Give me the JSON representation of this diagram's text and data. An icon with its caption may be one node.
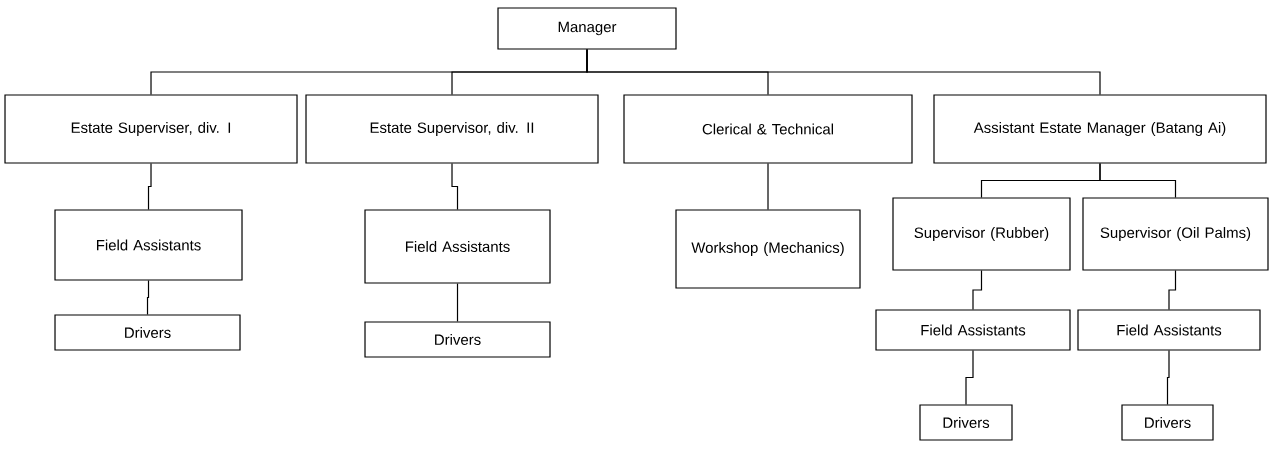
{
  "diagram": {
    "nodes": [
      {
        "text": [
          "Manager"
        ]
      },
      {
        "text": [
          "Estate Superviser, div. I"
        ]
      },
      {
        "text": [
          "Estate Supervisor, div. II"
        ]
      },
      {
        "text": [
          "Clerical & Technical"
        ]
      },
      {
        "text": [
          "Assistant Estate Manager (Batang Ai)"
        ]
      },
      {
        "text": [
          "Field Assistants"
        ]
      },
      {
        "text": [
          "Drivers"
        ]
      },
      {
        "text": [
          "Field Assistants"
        ]
      },
      {
        "text": [
          "Drivers"
        ]
      },
      {
        "text": [
          "Workshop (Mechanics)"
        ]
      },
      {
        "text": [
          "Supervisor (Rubber)"
        ]
      },
      {
        "text": [
          "Supervisor (Oil Palms)"
        ]
      },
      {
        "text": [
          "Field Assistants"
        ]
      },
      {
        "text": [
          "Field Assistants"
        ]
      },
      {
        "text": [
          "Drivers"
        ]
      },
      {
        "text": [
          "Drivers"
        ]
      }
    ],
    "edges": [
      {
        "from": 0,
        "to": 1,
        "arrow": "none"
      },
      {
        "from": 0,
        "to": 2,
        "arrow": "none"
      },
      {
        "from": 0,
        "to": 3,
        "arrow": "none"
      },
      {
        "from": 0,
        "to": 4,
        "arrow": "none"
      },
      {
        "from": 1,
        "to": 5,
        "arrow": "none"
      },
      {
        "from": 5,
        "to": 6,
        "arrow": "none"
      },
      {
        "from": 2,
        "to": 7,
        "arrow": "none"
      },
      {
        "from": 7,
        "to": 8,
        "arrow": "none"
      },
      {
        "from": 3,
        "to": 9,
        "arrow": "none"
      },
      {
        "from": 4,
        "to": 10,
        "arrow": "none"
      },
      {
        "from": 4,
        "to": 11,
        "arrow": "none"
      },
      {
        "from": 10,
        "to": 12,
        "arrow": "none"
      },
      {
        "from": 11,
        "to": 13,
        "arrow": "none"
      },
      {
        "from": 12,
        "to": 14,
        "arrow": "none"
      },
      {
        "from": 13,
        "to": 15,
        "arrow": "none"
      }
    ]
  }
}
